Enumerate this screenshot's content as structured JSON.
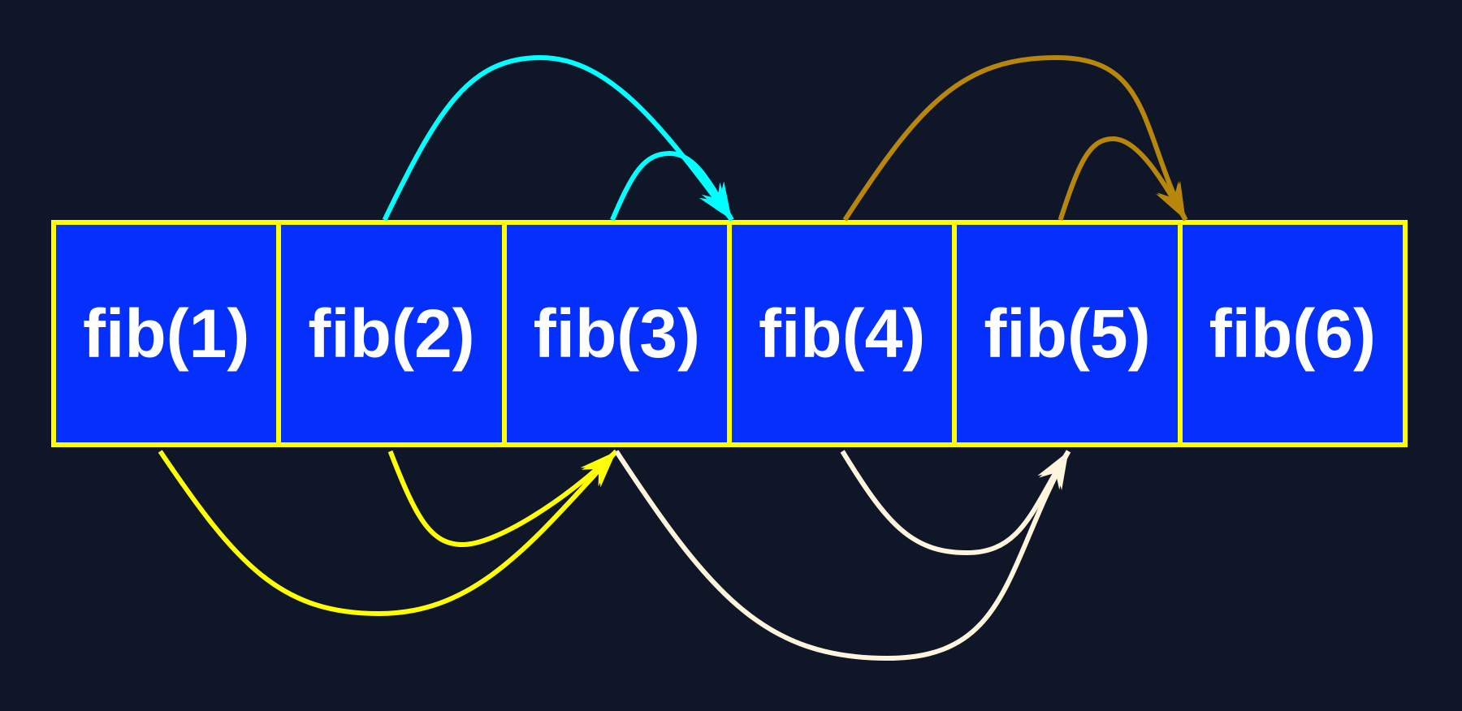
{
  "cells": [
    {
      "label": "fib(1)"
    },
    {
      "label": "fib(2)"
    },
    {
      "label": "fib(3)"
    },
    {
      "label": "fib(4)"
    },
    {
      "label": "fib(5)"
    },
    {
      "label": "fib(6)"
    }
  ],
  "dependencies": [
    {
      "from": "fib(1)",
      "to": "fib(3)",
      "side": "bottom",
      "color": "#ffff00"
    },
    {
      "from": "fib(2)",
      "to": "fib(3)",
      "side": "bottom",
      "color": "#ffff00"
    },
    {
      "from": "fib(2)",
      "to": "fib(4)",
      "side": "top",
      "color": "#00ffff"
    },
    {
      "from": "fib(3)",
      "to": "fib(4)",
      "side": "top",
      "color": "#00ffff"
    },
    {
      "from": "fib(3)",
      "to": "fib(5)",
      "side": "bottom",
      "color": "#fff5dc"
    },
    {
      "from": "fib(4)",
      "to": "fib(5)",
      "side": "bottom",
      "color": "#fff5dc"
    },
    {
      "from": "fib(4)",
      "to": "fib(6)",
      "side": "top",
      "color": "#b8860b"
    },
    {
      "from": "fib(5)",
      "to": "fib(6)",
      "side": "top",
      "color": "#b8860b"
    }
  ],
  "colors": {
    "background": "#0e1627",
    "cell_fill": "#0530fb",
    "cell_border": "#ffff00",
    "cell_text": "#ffffff"
  }
}
